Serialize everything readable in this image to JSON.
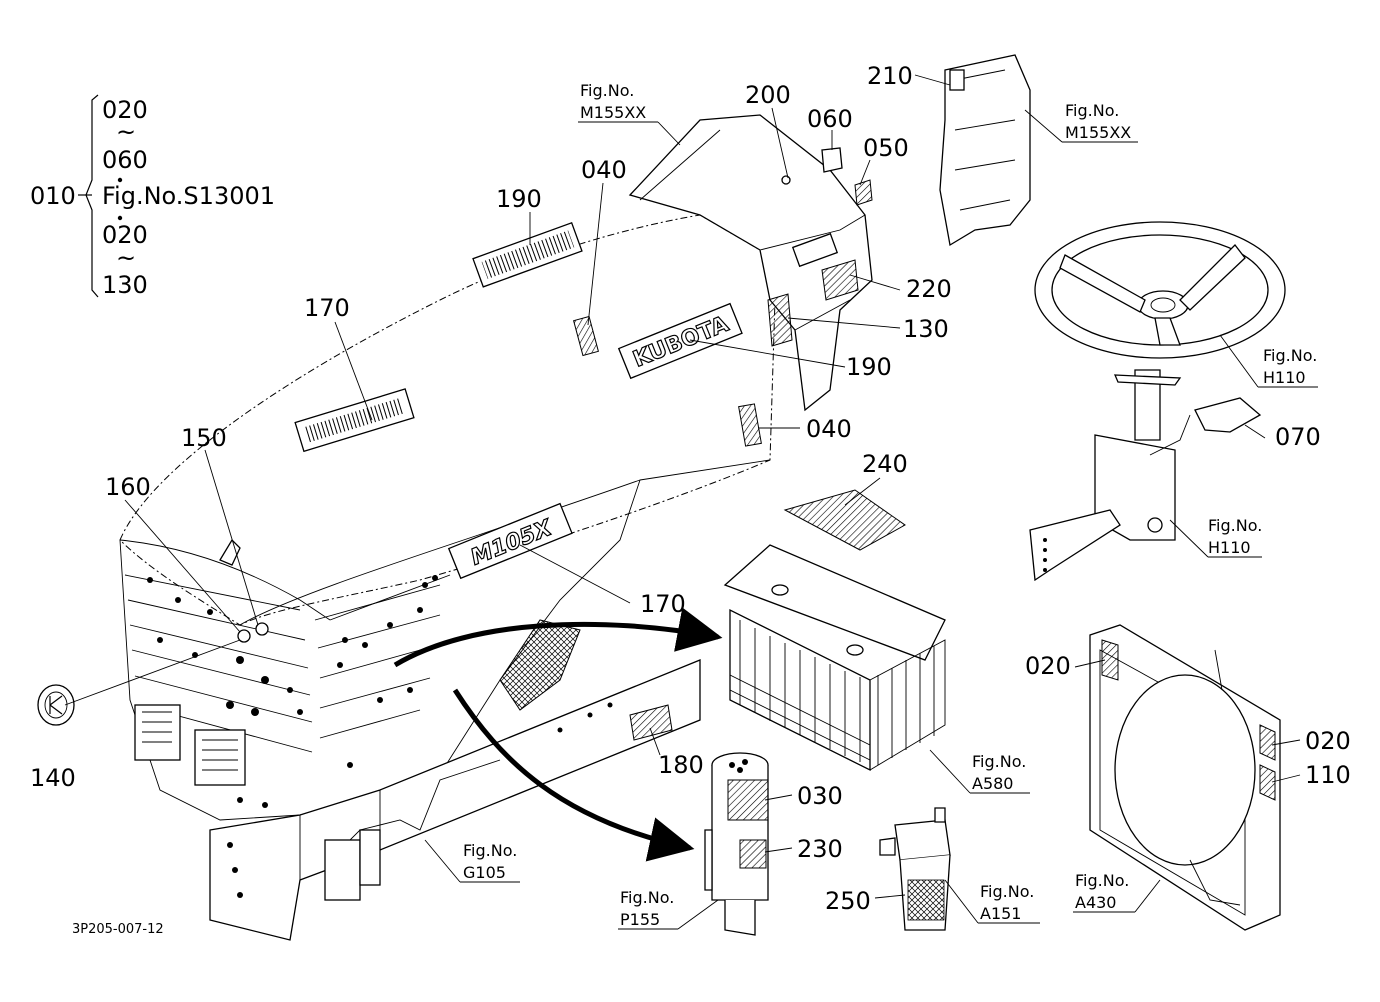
{
  "range_note": {
    "main_number": "010",
    "lines": [
      "020",
      "~",
      "060",
      "Fig.No.S13001",
      "020",
      "~",
      "130"
    ]
  },
  "callouts": [
    {
      "id": "200",
      "text": "200"
    },
    {
      "id": "060",
      "text": "060"
    },
    {
      "id": "050",
      "text": "050"
    },
    {
      "id": "210",
      "text": "210"
    },
    {
      "id": "190a",
      "text": "190"
    },
    {
      "id": "040a",
      "text": "040"
    },
    {
      "id": "170a",
      "text": "170"
    },
    {
      "id": "220",
      "text": "220"
    },
    {
      "id": "130",
      "text": "130"
    },
    {
      "id": "190b",
      "text": "190"
    },
    {
      "id": "040b",
      "text": "040"
    },
    {
      "id": "150",
      "text": "150"
    },
    {
      "id": "160",
      "text": "160"
    },
    {
      "id": "070",
      "text": "070"
    },
    {
      "id": "240",
      "text": "240"
    },
    {
      "id": "170b",
      "text": "170"
    },
    {
      "id": "020a",
      "text": "020"
    },
    {
      "id": "020b",
      "text": "020"
    },
    {
      "id": "110",
      "text": "110"
    },
    {
      "id": "140",
      "text": "140"
    },
    {
      "id": "180",
      "text": "180"
    },
    {
      "id": "030",
      "text": "030"
    },
    {
      "id": "230",
      "text": "230"
    },
    {
      "id": "250",
      "text": "250"
    }
  ],
  "fig_refs": [
    {
      "id": "m155xx_a",
      "label": "Fig.No.",
      "value": "M155XX"
    },
    {
      "id": "m155xx_b",
      "label": "Fig.No.",
      "value": "M155XX"
    },
    {
      "id": "h110_a",
      "label": "Fig.No.",
      "value": "H110"
    },
    {
      "id": "h110_b",
      "label": "Fig.No.",
      "value": "H110"
    },
    {
      "id": "a580",
      "label": "Fig.No.",
      "value": "A580"
    },
    {
      "id": "g105",
      "label": "Fig.No.",
      "value": "G105"
    },
    {
      "id": "p155",
      "label": "Fig.No.",
      "value": "P155"
    },
    {
      "id": "a151",
      "label": "Fig.No.",
      "value": "A151"
    },
    {
      "id": "a430",
      "label": "Fig.No.",
      "value": "A430"
    }
  ],
  "decals": {
    "kubota": "KUBOTA",
    "model": "M105X"
  },
  "drawing_number": "3P205-007-12"
}
